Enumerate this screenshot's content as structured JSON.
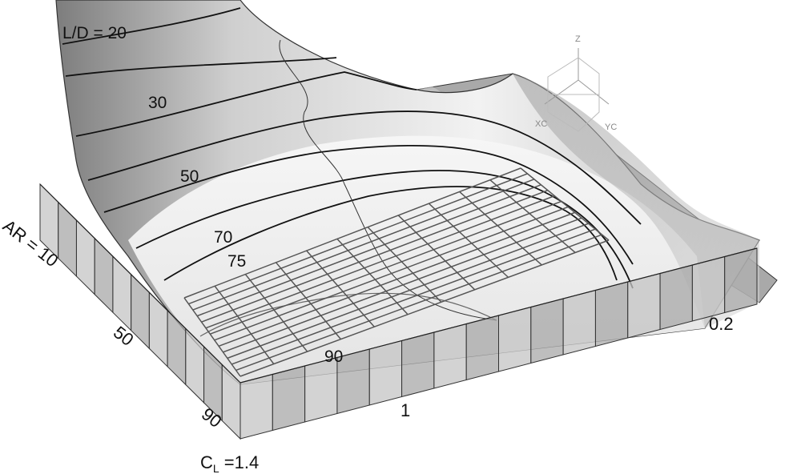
{
  "contour_labels": {
    "ld": "L/D = 20",
    "c30": "30",
    "c50": "50",
    "c70": "70",
    "c75": "75",
    "c90": "90"
  },
  "axis_labels": {
    "ar": "AR = 10",
    "ar_mid": "50",
    "ar_end": "90",
    "cl_prefix": "C",
    "cl_sub": "L",
    "cl_value": " =1.4",
    "bottom_one": "1",
    "right_value": "0.2"
  },
  "triad": {
    "z": "Z",
    "x": "XC",
    "y": "YC"
  },
  "colors": {
    "surface_light": "#f4f4f4",
    "surface_dark": "#8a8a8a",
    "wall_fill": "#b8b8b8",
    "contour": "#111111",
    "grid": "#555555"
  }
}
